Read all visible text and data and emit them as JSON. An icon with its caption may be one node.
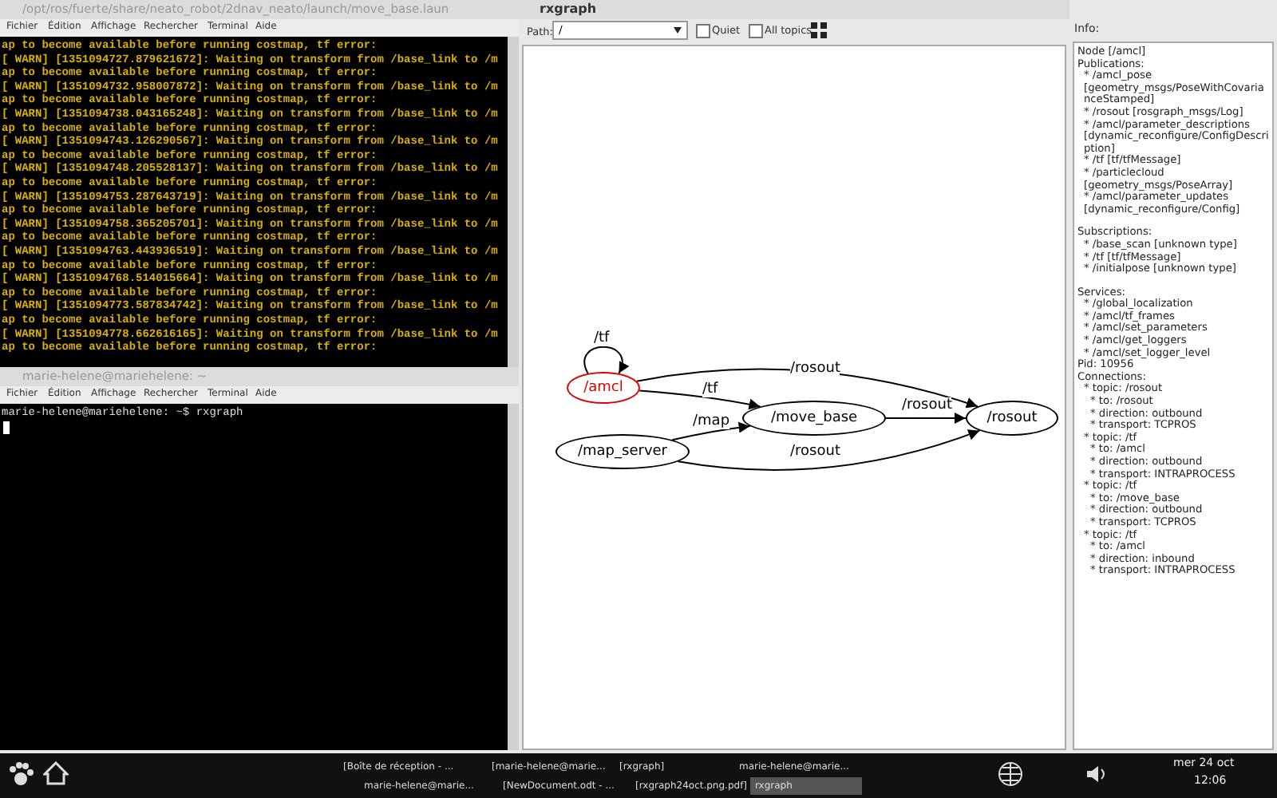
{
  "diagram": {
    "nodes": [
      {
        "text": [
          "/amcl"
        ]
      },
      {
        "text": [
          "/move_base"
        ]
      },
      {
        "text": [
          "/rosout"
        ]
      },
      {
        "text": [
          "/map_server"
        ]
      }
    ],
    "edges": [
      {
        "from": 0,
        "to": 0,
        "arrow": "to",
        "label": "/tf"
      },
      {
        "from": 0,
        "to": 2,
        "arrow": "to",
        "label": "/rosout"
      },
      {
        "from": 0,
        "to": 1,
        "arrow": "to",
        "label": "/tf"
      },
      {
        "from": 3,
        "to": 1,
        "arrow": "to",
        "label": "/map"
      },
      {
        "from": 1,
        "to": 2,
        "arrow": "to",
        "label": "/rosout"
      },
      {
        "from": 3,
        "to": 2,
        "arrow": "to",
        "label": "/rosout"
      }
    ],
    "labels": [
      "/opt/ros/fuerte/share/neato_robot/2dnav_neato/launch/move_base.laun",
      "Fichier",
      "Édition",
      "Affichage",
      "Rechercher",
      "Terminal",
      "Aide",
      "ap to become available before running costmap, tf error:",
      "[ WARN] [1351094727.879621672]: Waiting on transform from /base_link to /m",
      "ap to become available before running costmap, tf error:",
      "[ WARN] [1351094732.958007872]: Waiting on transform from /base_link to /m",
      "ap to become available before running costmap, tf error:",
      "[ WARN] [1351094738.043165248]: Waiting on transform from /base_link to /m",
      "ap to become available before running costmap, tf error:",
      "[ WARN] [1351094743.126290567]: Waiting on transform from /base_link to /m",
      "ap to become available before running costmap, tf error:",
      "[ WARN] [1351094748.205528137]: Waiting on transform from /base_link to /m",
      "ap to become available before running costmap, tf error:",
      "[ WARN] [1351094753.287643719]: Waiting on transform from /base_link to /m",
      "ap to become available before running costmap, tf error:",
      "[ WARN] [1351094758.365205701]: Waiting on transform from /base_link to /m",
      "ap to become available before running costmap, tf error:",
      "[ WARN] [1351094763.443936519]: Waiting on transform from /base_link to /m",
      "ap to become available before running costmap, tf error:",
      "[ WARN] [1351094768.514015664]: Waiting on transform from /base_link to /m",
      "ap to become available before running costmap, tf error:",
      "[ WARN] [1351094773.587834742]: Waiting on transform from /base_link to /m",
      "ap to become available before running costmap, tf error:",
      "[ WARN] [1351094778.662616165]: Waiting on transform from /base_link to /m",
      "ap to become available before running costmap, tf error:",
      "marie-helene@mariehelene: ~",
      "Fichier",
      "Édition",
      "Affichage",
      "Rechercher",
      "Terminal",
      "Aide",
      "marie-helene@mariehelene: ~$ rxgraph",
      "rxgraph",
      "Path:",
      "/",
      "Quiet",
      "All topics",
      "Info:",
      "Node [/amcl]",
      "Publications:",
      "* /amcl_pose [geometry_msgs/PoseWithCovarianceStamped]",
      "* /rosout [rosgraph_msgs/Log]",
      "* /amcl/parameter_descriptions [dynamic_reconfigure/ConfigDescription]",
      "* /tf [tf/tfMessage]",
      "* /particlecloud [geometry_msgs/PoseArray]",
      "* /amcl/parameter_updates [dynamic_reconfigure/Config]",
      "Subscriptions:",
      "* /base_scan [unknown type]",
      "* /tf [tf/tfMessage]",
      "* /initialpose [unknown type]",
      "Services:",
      "* /global_localization",
      "* /amcl/tf_frames",
      "* /amcl/set_parameters",
      "* /amcl/get_loggers",
      "* /amcl/set_logger_level",
      "Pid: 10956",
      "Connections:",
      "* topic: /rosout",
      "* to: /rosout",
      "* direction: outbound",
      "* transport: TCPROS",
      "* topic: /tf",
      "* to: /amcl",
      "* direction: outbound",
      "* transport: INTRAPROCESS",
      "* topic: /tf",
      "* to: /move_base",
      "* direction: outbound",
      "* transport: TCPROS",
      "* topic: /tf",
      "* to: /amcl",
      "* direction: inbound",
      "* transport: INTRAPROCESS",
      "[Boîte de réception - ...",
      "[marie-helene@marie...",
      "[rxgraph]",
      "marie-helene@marie...",
      "marie-helene@marie...",
      "[NewDocument.odt - ...",
      "[rxgraph24oct.png.pdf]",
      "rxgraph",
      "mer 24 oct",
      "12:06"
    ]
  }
}
